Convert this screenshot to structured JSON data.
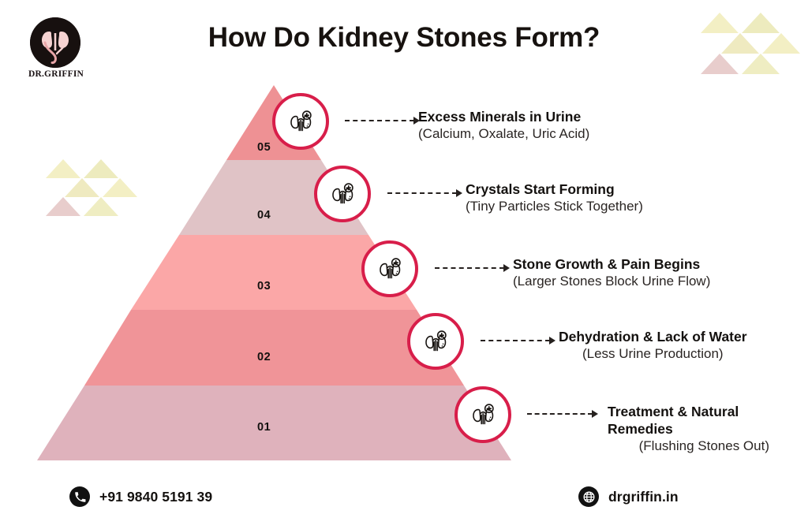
{
  "brand": {
    "logo_text": "DR.GRIFFIN",
    "logo_icon": "kidney-logo-icon",
    "accent_color": "#D81E4A"
  },
  "header": {
    "title": "How Do Kidney Stones Form?"
  },
  "decor": {
    "triangle_colors": [
      "#F5EFC0",
      "#EDEBBE",
      "#EFEAC0",
      "#F3EFC4",
      "#E8CDCC",
      "#EFEDC2"
    ]
  },
  "pyramid": {
    "steps": [
      {
        "number": "05",
        "icon": "kidney-cross-icon",
        "title": "Excess Minerals in Urine",
        "subtitle": "(Calcium, Oxalate, Uric Acid)",
        "color": "#EE9194"
      },
      {
        "number": "04",
        "icon": "kidney-cross-icon",
        "title": "Crystals Start Forming",
        "subtitle": "(Tiny Particles Stick Together)",
        "color": "#E0C3C6"
      },
      {
        "number": "03",
        "icon": "kidney-cross-icon",
        "title": "Stone Growth & Pain Begins",
        "subtitle": "(Larger Stones Block Urine Flow)",
        "color": "#FBA7A7"
      },
      {
        "number": "02",
        "icon": "kidney-cross-icon",
        "title": "Dehydration & Lack of Water",
        "subtitle": "(Less Urine Production)",
        "color": "#F09498"
      },
      {
        "number": "01",
        "icon": "kidney-cross-icon",
        "title": "Treatment & Natural Remedies",
        "subtitle": "(Flushing Stones Out)",
        "color": "#DFB2BC"
      }
    ]
  },
  "footer": {
    "phone": "+91 9840 5191 39",
    "phone_icon": "phone-icon",
    "website": "drgriffin.in",
    "website_icon": "globe-icon"
  }
}
